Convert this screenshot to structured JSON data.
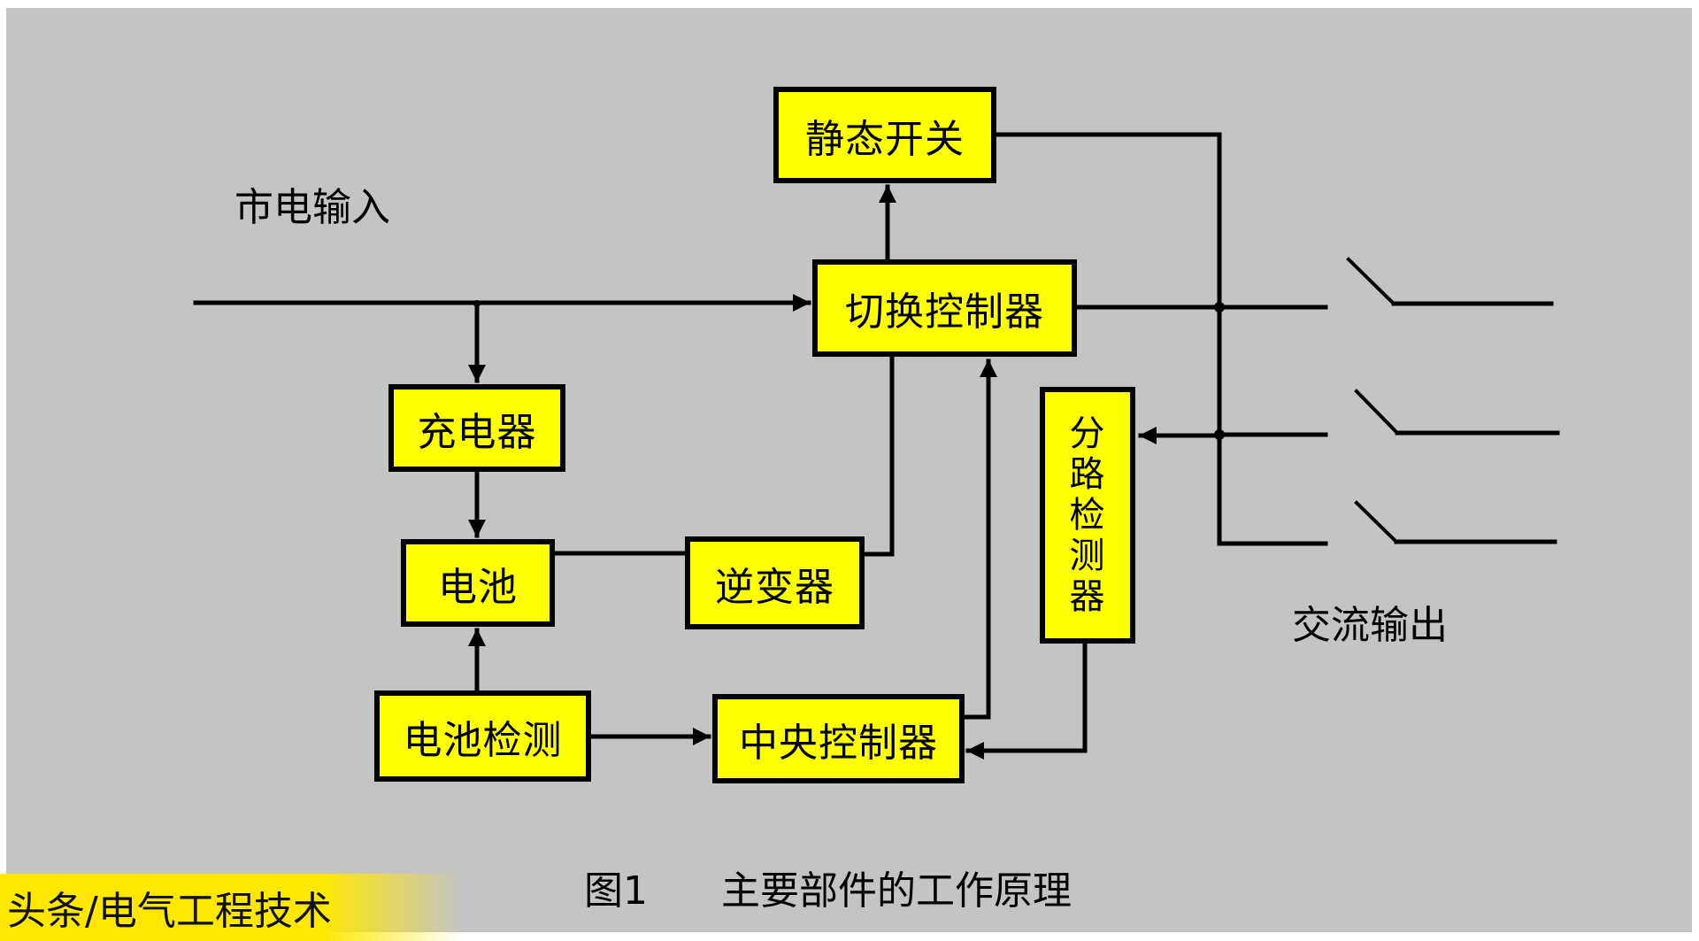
{
  "diagram": {
    "title_caption": {
      "figure_no": "图1",
      "title": "主要部件的工作原理"
    },
    "labels": {
      "mains_input": "市电输入",
      "ac_output": "交流输出"
    },
    "blocks": {
      "static_switch": "静态开关",
      "transfer_controller": "切换控制器",
      "charger": "充电器",
      "battery": "电池",
      "inverter": "逆变器",
      "branch_detector": [
        "分",
        "路",
        "检",
        "测",
        "器"
      ],
      "battery_monitor": "电池检测",
      "central_controller": "中央控制器"
    },
    "connections": [
      {
        "from": "mains_input",
        "to": "transfer_controller",
        "arrow": true
      },
      {
        "from": "mains_input",
        "to": "charger",
        "arrow": true
      },
      {
        "from": "charger",
        "to": "battery",
        "arrow": true
      },
      {
        "from": "battery",
        "to": "inverter",
        "arrow": false
      },
      {
        "from": "inverter",
        "to": "transfer_controller",
        "arrow": false
      },
      {
        "from": "transfer_controller",
        "to": "static_switch",
        "arrow": true
      },
      {
        "from": "static_switch",
        "to": "ac_output_bus",
        "arrow": false
      },
      {
        "from": "transfer_controller",
        "to": "ac_output_bus",
        "arrow": false
      },
      {
        "from": "ac_output_bus",
        "to": "branch_detector",
        "arrow": true
      },
      {
        "from": "branch_detector",
        "to": "central_controller",
        "arrow": true
      },
      {
        "from": "battery_monitor",
        "to": "battery",
        "arrow": true
      },
      {
        "from": "battery_monitor",
        "to": "central_controller",
        "arrow": true
      },
      {
        "from": "central_controller",
        "to": "transfer_controller",
        "arrow": true
      }
    ],
    "output_branches": 3,
    "colors": {
      "background": "#c4c4c4",
      "block_fill": "#ffff00",
      "line": "#000000"
    }
  },
  "watermark": {
    "text": "头条/电气工程技术",
    "color": "#ffe800"
  }
}
